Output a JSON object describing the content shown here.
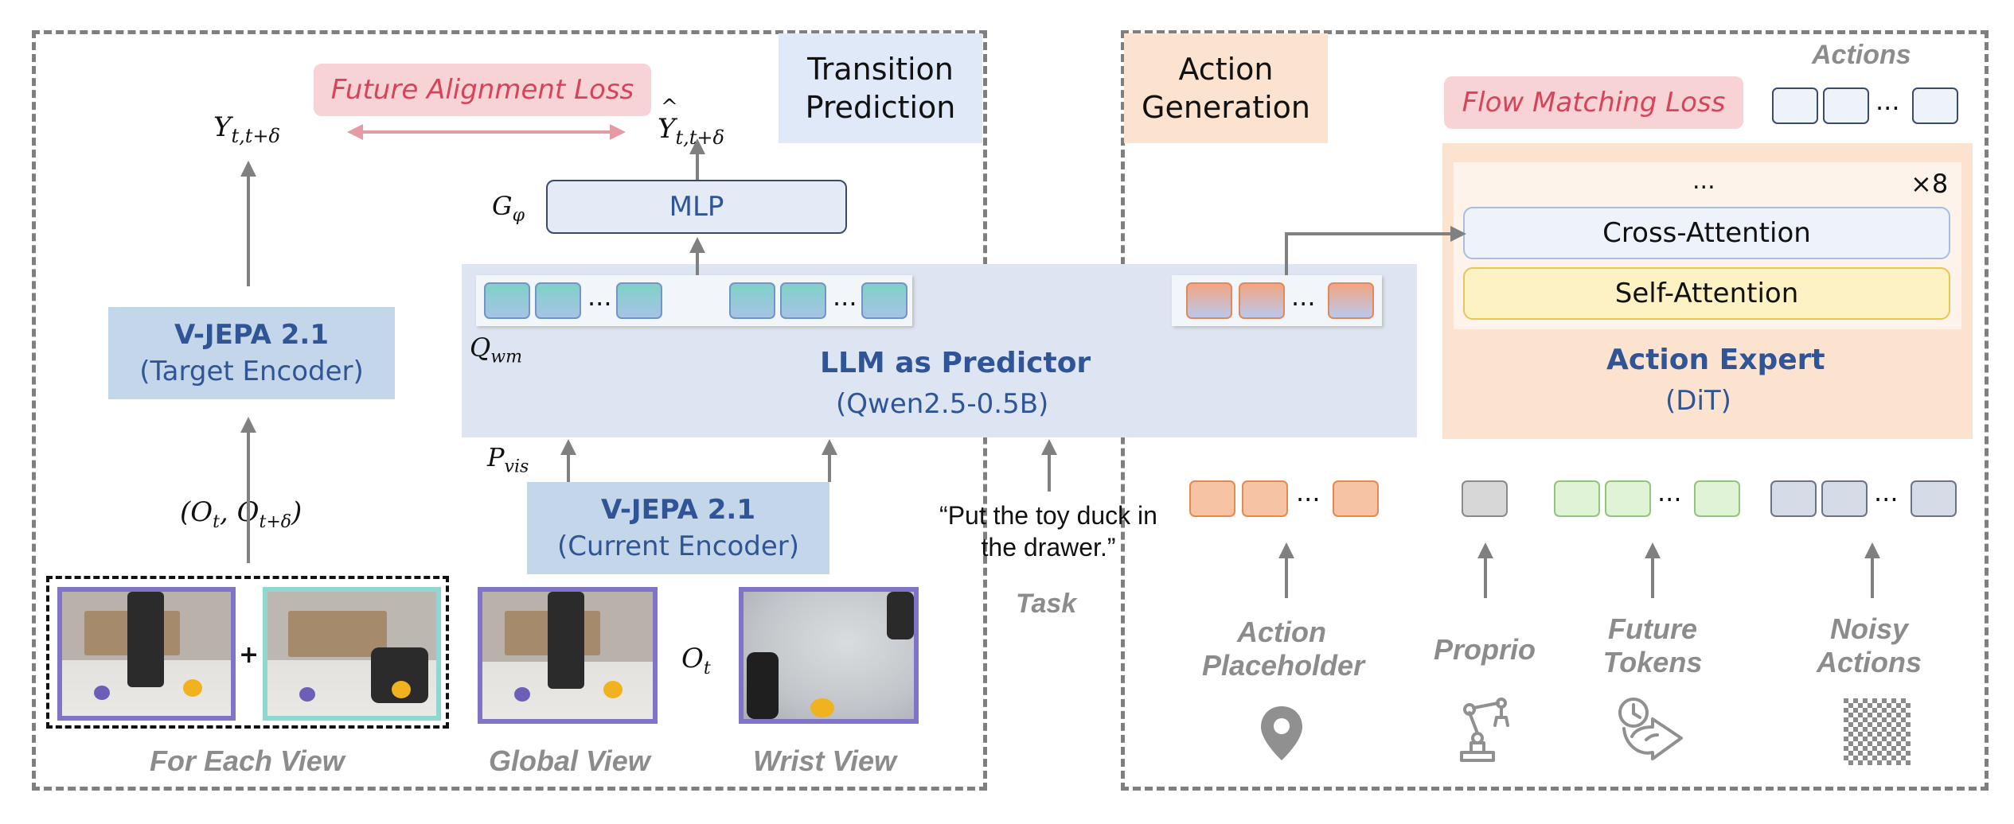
{
  "panels": {
    "transition": {
      "title": "Transition\nPrediction"
    },
    "action": {
      "title": "Action\nGeneration"
    }
  },
  "losses": {
    "future_alignment": "Future Alignment Loss",
    "flow_matching": "Flow Matching Loss"
  },
  "math": {
    "y_target": "Y",
    "y_target_sub": "t,t+δ",
    "y_pred": "Y",
    "y_pred_sub": "t,t+δ",
    "g_phi": "G",
    "g_phi_sub": "φ",
    "q_wm": "Q",
    "q_wm_sub": "wm",
    "p_vis": "P",
    "p_vis_sub": "vis",
    "obs_pair": "(O",
    "obs_pair_sub1": "t",
    "obs_pair_mid": ", O",
    "obs_pair_sub2": "t+δ",
    "obs_pair_end": ")",
    "o_t": "O",
    "o_t_sub": "t"
  },
  "modules": {
    "mlp": "MLP",
    "target_encoder": {
      "name": "V-JEPA 2.1",
      "role": "(Target Encoder)"
    },
    "current_encoder": {
      "name": "V-JEPA 2.1",
      "role": "(Current Encoder)"
    },
    "llm": {
      "name": "LLM as Predictor",
      "model": "(Qwen2.5-0.5B)"
    },
    "action_expert": {
      "dots": "...",
      "repeat": "×8",
      "cross_attention": "Cross-Attention",
      "self_attention": "Self-Attention",
      "name": "Action Expert",
      "model": "(DiT)"
    }
  },
  "task": {
    "instruction": "“Put the toy duck in\nthe drawer.”",
    "label": "Task"
  },
  "captions": {
    "for_each_view": "For Each View",
    "global_view": "Global View",
    "wrist_view": "Wrist View",
    "plus": "+",
    "actions": "Actions"
  },
  "inputs": [
    {
      "label": "Action\nPlaceholder",
      "icon": "map-pin-icon"
    },
    {
      "label": "Proprio",
      "icon": "robot-arm-icon"
    },
    {
      "label": "Future\nTokens",
      "icon": "future-time-icon"
    },
    {
      "label": "Noisy\nActions",
      "icon": "checkerboard-icon"
    }
  ],
  "token_dots": "...",
  "colors": {
    "panel_dash": "#7f7f7f",
    "encoder_fill": "#c3d6ea",
    "encoder_text": "#2f5597",
    "llm_fill": "#dde5f2",
    "action_expert_fill": "#fbe3d0",
    "loss_text": "#d9435a",
    "loss_fill": "#f7d3d6",
    "arrow": "#808080"
  }
}
